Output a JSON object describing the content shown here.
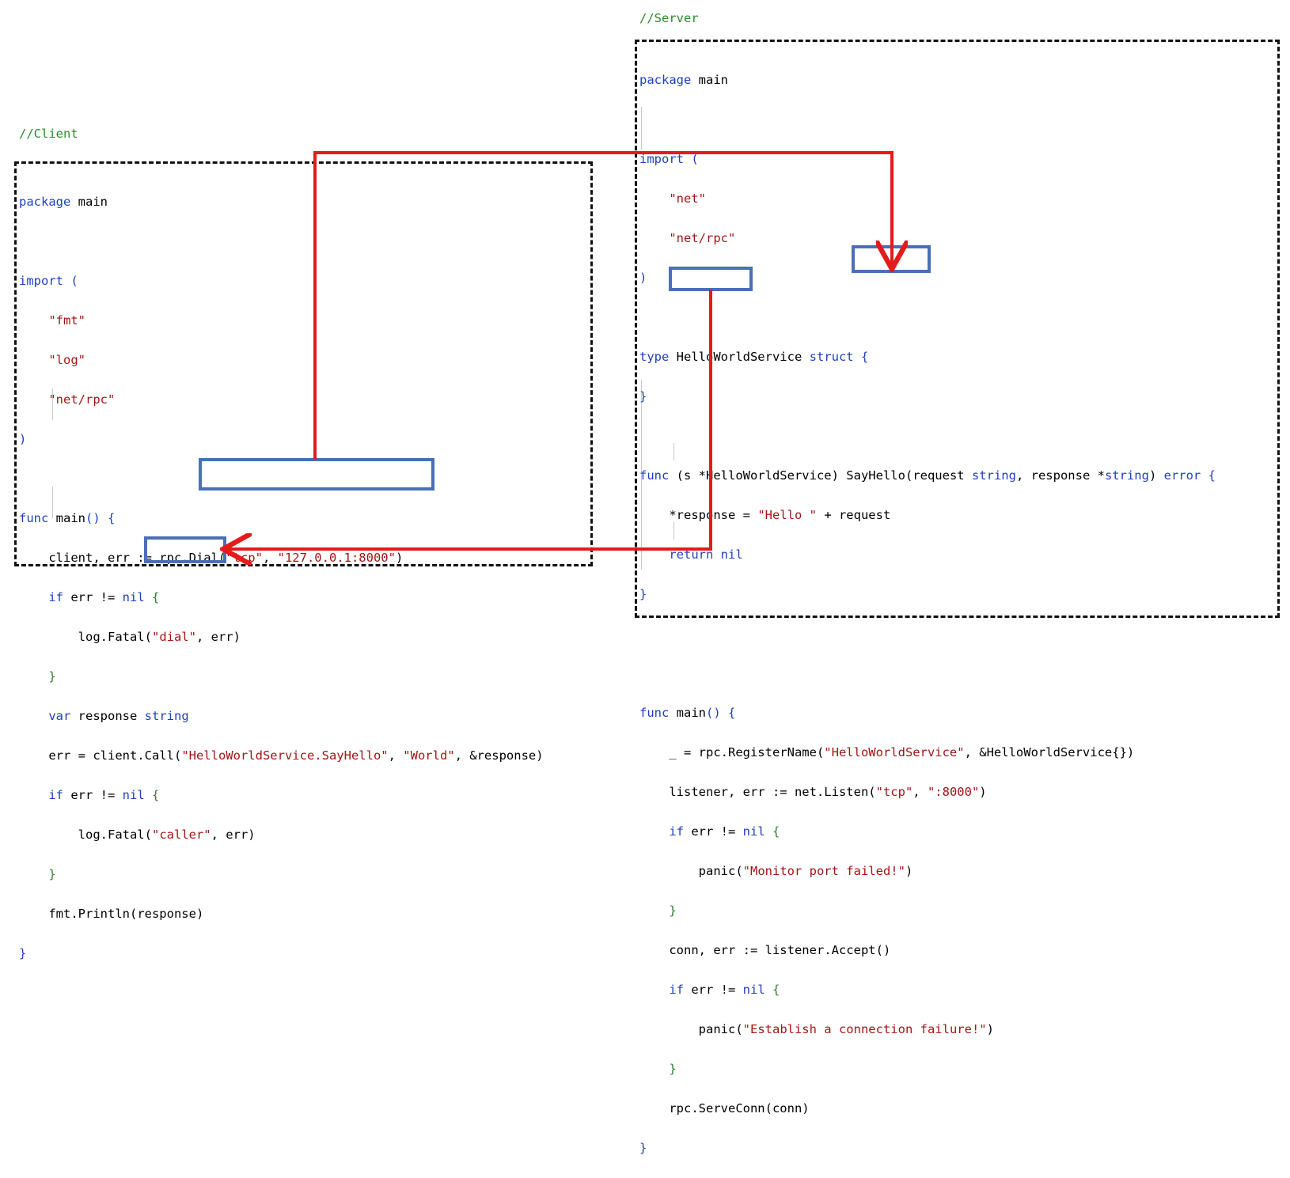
{
  "client": {
    "comment": "//Client",
    "lines": {
      "l1_kw": "package",
      "l1_rest": " main",
      "l3_kw": "import",
      "l3_rest": " (",
      "l4": "\"fmt\"",
      "l5": "\"log\"",
      "l6": "\"net/rpc\"",
      "l7": ")",
      "l9_kw": "func",
      "l9_name": " main",
      "l9_br": "() {",
      "l10_a": "client, err := rpc.Dial(",
      "l10_s1": "\"tcp\"",
      "l10_b": ", ",
      "l10_s2": "\"127.0.0.1:8000\"",
      "l10_c": ")",
      "l11_kw": "if",
      "l11_rest": " err != ",
      "l11_nil": "nil",
      "l11_br": " {",
      "l12_a": "log.Fatal(",
      "l12_s": "\"dial\"",
      "l12_b": ", err)",
      "l13": "}",
      "l14_kw": "var",
      "l14_rest": " response ",
      "l14_type": "string",
      "l15_a": "err = client.Call(",
      "l15_s1": "\"HelloWorldService.SayHello\"",
      "l15_b": ", ",
      "l15_s2": "\"World\"",
      "l15_c": ", &response)",
      "l16_kw": "if",
      "l16_rest": " err != ",
      "l16_nil": "nil",
      "l16_br": " {",
      "l17_a": "log.Fatal(",
      "l17_s": "\"caller\"",
      "l17_b": ", err)",
      "l18": "}",
      "l19_a": "fmt.Println(",
      "l19_b": "response",
      "l19_c": ")",
      "l20": "}"
    }
  },
  "server": {
    "comment": "//Server",
    "lines": {
      "l1_kw": "package",
      "l1_rest": " main",
      "l3_kw": "import",
      "l3_rest": " (",
      "l4": "\"net\"",
      "l5": "\"net/rpc\"",
      "l6": ")",
      "l8_kw": "type",
      "l8_rest": " HelloWorldService ",
      "l8_kw2": "struct",
      "l8_br": " {",
      "l9": "}",
      "l11_kw": "func",
      "l11_a": " (s *HelloWorldService) ",
      "l11_b": "SayHello",
      "l11_c": "(request ",
      "l11_t1": "string",
      "l11_d": ", response *",
      "l11_t2": "string",
      "l11_e": ") ",
      "l11_t3": "error",
      "l11_br": " {",
      "l12_a": "*response",
      "l12_b": " = ",
      "l12_s": "\"Hello \"",
      "l12_c": " + request",
      "l13_kw": "return",
      "l13_nil": " nil",
      "l14": "}",
      "l17_kw": "func",
      "l17_name": " main",
      "l17_br": "() {",
      "l18_a": "_ = rpc.RegisterName(",
      "l18_s": "\"HelloWorldService\"",
      "l18_b": ", &HelloWorldService{})",
      "l19_a": "listener, err := net.Listen(",
      "l19_s1": "\"tcp\"",
      "l19_b": ", ",
      "l19_s2": "\":8000\"",
      "l19_c": ")",
      "l20_kw": "if",
      "l20_rest": " err != ",
      "l20_nil": "nil",
      "l20_br": " {",
      "l21_a": "panic(",
      "l21_s": "\"Monitor port failed!\"",
      "l21_b": ")",
      "l22": "}",
      "l23_a": "conn, err := listener.Accept()",
      "l24_kw": "if",
      "l24_rest": " err != ",
      "l24_nil": "nil",
      "l24_br": " {",
      "l25_a": "panic(",
      "l25_s": "\"Establish a connection failure!\"",
      "l25_b": ")",
      "l26": "}",
      "l27_a": "rpc.ServeConn(conn)",
      "l28": "}"
    }
  },
  "colors": {
    "keyword": "#1f3fbf",
    "string": "#a31515",
    "brace": "#2f7d32",
    "comment": "#2b8a2b",
    "highlight_box": "#4a6fb5",
    "arrow": "#e31b1b"
  }
}
